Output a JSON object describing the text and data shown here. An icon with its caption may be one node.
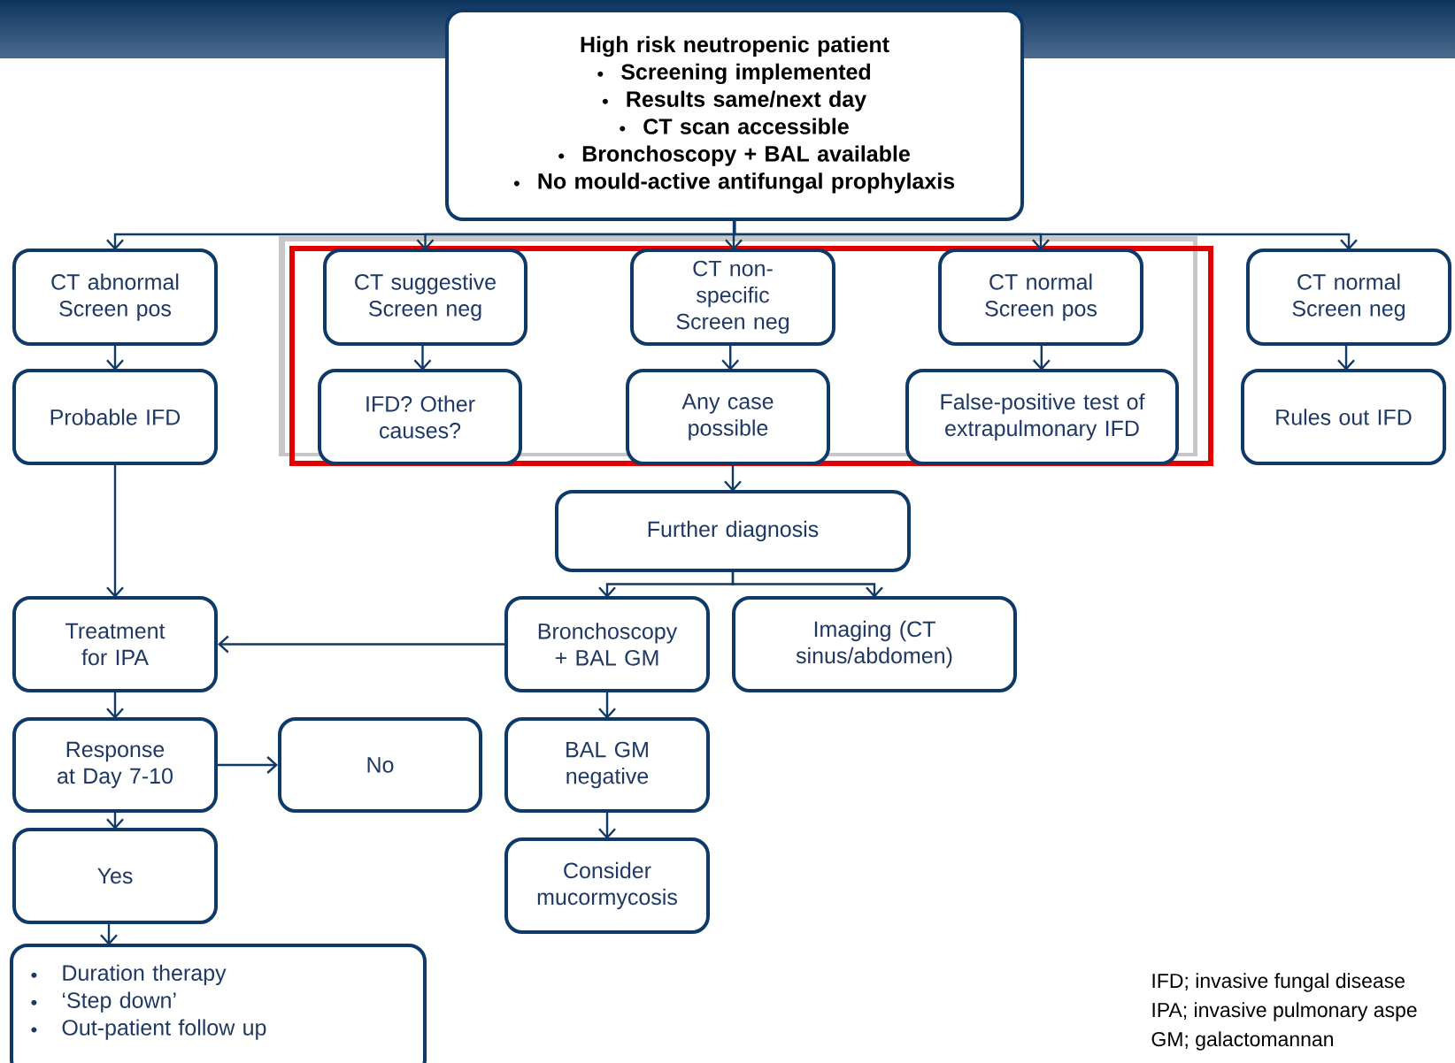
{
  "diagram": {
    "nodes": [
      {
        "text": [
          "High risk neutropenic patient",
          "Screening implemented",
          "Results same/next day",
          "CT scan accessible",
          "Bronchoscopy + BAL available",
          "No mould-active antifungal prophylaxis"
        ]
      },
      {
        "text": [
          "CT abnormal Screen pos"
        ]
      },
      {
        "text": [],
        "shape": "box"
      },
      {
        "text": [
          "CT suggestive Screen neg"
        ],
        "in": 2
      },
      {
        "text": [
          "CT non-specific Screen neg"
        ],
        "in": 2
      },
      {
        "text": [
          "CT normal Screen pos"
        ],
        "in": 2
      },
      {
        "text": [
          "CT normal Screen neg"
        ]
      },
      {
        "text": [
          "Probable IFD"
        ]
      },
      {
        "text": [
          "IFD? Other causes?"
        ],
        "in": 2
      },
      {
        "text": [
          "Any case possible"
        ],
        "in": 2
      },
      {
        "text": [
          "False-positive test of extrapulmonary IFD"
        ],
        "in": 2
      },
      {
        "text": [
          "Rules out IFD"
        ]
      },
      {
        "text": [
          "Further diagnosis"
        ]
      },
      {
        "text": [
          "Treatment for IPA"
        ]
      },
      {
        "text": [
          "Bronchoscopy + BAL GM"
        ]
      },
      {
        "text": [
          "Imaging (CT sinus/abdomen)"
        ]
      },
      {
        "text": [
          "Response at Day 7-10"
        ]
      },
      {
        "text": [
          "No"
        ]
      },
      {
        "text": [
          "BAL GM negative"
        ]
      },
      {
        "text": [
          "Yes"
        ]
      },
      {
        "text": [
          "Consider mucormycosis"
        ]
      },
      {
        "text": [
          "Duration therapy",
          "‘Step down’",
          "Out-patient follow up"
        ]
      }
    ],
    "edges": [
      {
        "from": 0,
        "to": 1,
        "arrow": "to"
      },
      {
        "from": 0,
        "to": 3,
        "arrow": "to"
      },
      {
        "from": 0,
        "to": 4,
        "arrow": "to"
      },
      {
        "from": 0,
        "to": 5,
        "arrow": "to"
      },
      {
        "from": 0,
        "to": 6,
        "arrow": "to"
      },
      {
        "from": 1,
        "to": 7,
        "arrow": "to"
      },
      {
        "from": 3,
        "to": 8,
        "arrow": "to"
      },
      {
        "from": 4,
        "to": 9,
        "arrow": "to"
      },
      {
        "from": 5,
        "to": 10,
        "arrow": "to"
      },
      {
        "from": 6,
        "to": 11,
        "arrow": "to"
      },
      {
        "from": 2,
        "to": 12,
        "arrow": "to"
      },
      {
        "from": 7,
        "to": 13,
        "arrow": "to"
      },
      {
        "from": 12,
        "to": 14,
        "arrow": "to"
      },
      {
        "from": 12,
        "to": 15,
        "arrow": "to"
      },
      {
        "from": 14,
        "to": 13,
        "arrow": "to"
      },
      {
        "from": 13,
        "to": 16,
        "arrow": "to"
      },
      {
        "from": 16,
        "to": 17,
        "arrow": "to"
      },
      {
        "from": 16,
        "to": 19,
        "arrow": "to"
      },
      {
        "from": 14,
        "to": 18,
        "arrow": "to"
      },
      {
        "from": 18,
        "to": 20,
        "arrow": "to"
      },
      {
        "from": 19,
        "to": 21,
        "arrow": "to"
      }
    ],
    "labels": [
      "IFD; invasive fungal disease",
      "IPA; invasive pulmonary aspe",
      "GM; galactomannan"
    ]
  }
}
